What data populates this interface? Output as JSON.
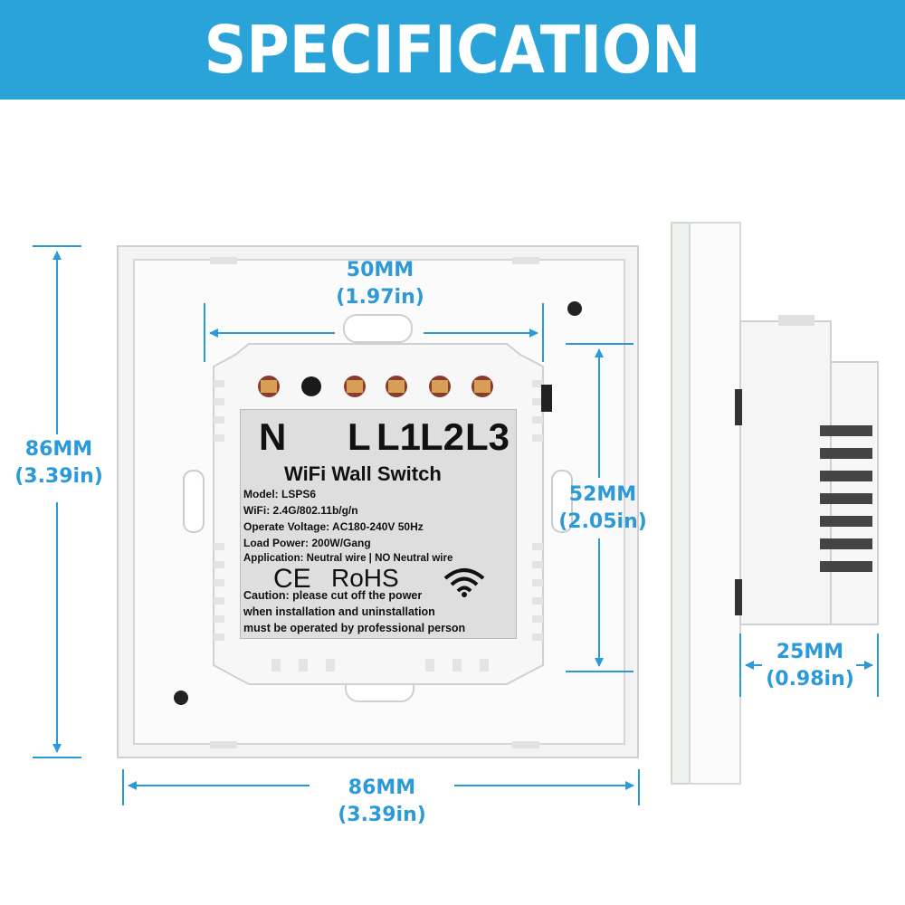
{
  "banner": {
    "title": "SPECIFICATION",
    "color": "#2aa3d9"
  },
  "dimensions": {
    "height_left": {
      "mm": "86MM",
      "in": "(3.39in)"
    },
    "width_bottom": {
      "mm": "86MM",
      "in": "(3.39in)"
    },
    "box_width": {
      "mm": "50MM",
      "in": "(1.97in)"
    },
    "box_height": {
      "mm": "52MM",
      "in": "(2.05in)"
    },
    "depth": {
      "mm": "25MM",
      "in": "(0.98in)"
    },
    "color": "#2c9ad8"
  },
  "terminals": {
    "n": "N",
    "l": "L",
    "l1": "L1",
    "l2": "L2",
    "l3": "L3"
  },
  "label": {
    "title": "WiFi Wall Switch",
    "model": "Model: LSPS6",
    "wifi": "WiFi:  2.4G/802.11b/g/n",
    "voltage": "Operate Voltage:  AC180-240V 50Hz",
    "load": "Load Power:  200W/Gang",
    "application": "Application:  Neutral wire | NO Neutral wire",
    "ce": "CE",
    "rohs": "RoHS",
    "caution_1": "Caution:  please cut off the power",
    "caution_2": "when installation and uninstallation",
    "caution_3": "must be operated by professional person"
  }
}
